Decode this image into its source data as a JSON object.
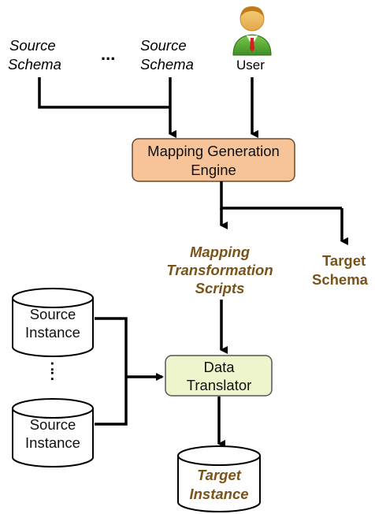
{
  "sources": {
    "schema_word1": "Source",
    "schema_word2": "Schema",
    "ellipsis": "...",
    "instance_word1": "Source",
    "instance_word2": "Instance",
    "vertical_ellipsis": ":"
  },
  "user": {
    "label": "User"
  },
  "engine": {
    "line1": "Mapping Generation",
    "line2": "Engine",
    "color": "#f7c49a"
  },
  "scripts": {
    "line1": "Mapping",
    "line2": "Transformation",
    "line3": "Scripts"
  },
  "target_schema": {
    "line1": "Target",
    "line2": "Schema"
  },
  "translator": {
    "line1": "Data",
    "line2": "Translator",
    "color": "#eef4cc"
  },
  "target_instance": {
    "line1": "Target",
    "line2": "Instance"
  },
  "colors": {
    "accent_text": "#7a5319",
    "arrow": "#000000"
  }
}
